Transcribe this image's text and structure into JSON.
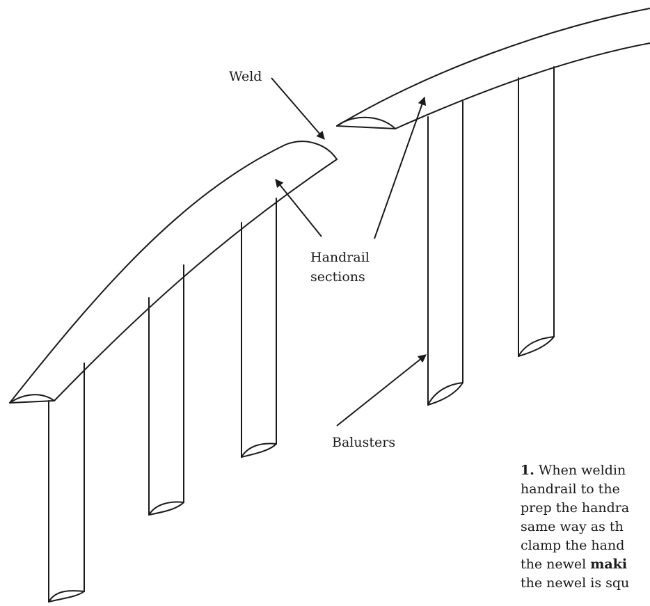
{
  "labels": {
    "weld": "Weld",
    "handrail_line1": "Handrail",
    "handrail_line2": "sections",
    "balusters": "Balusters"
  },
  "caption": {
    "line1_num": "1.",
    "line1_text": " When weldin",
    "line2": "handrail to the",
    "line3": "prep the handra",
    "line4": "same way as th",
    "line5": "clamp the hand",
    "line6_text": "the newel ",
    "line6_bold": "maki",
    "line7": "the newel is squ"
  },
  "colors": {
    "ink": "#1a1a1a",
    "background": "#ffffff"
  }
}
